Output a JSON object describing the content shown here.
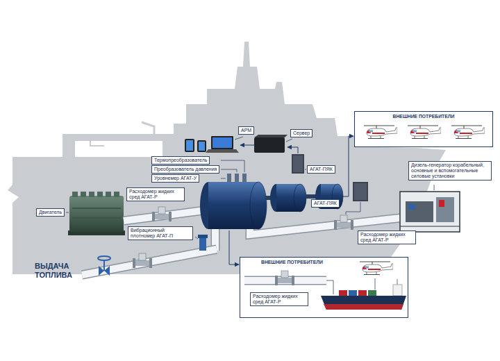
{
  "diagram": {
    "nodes": [
      {
        "text": [
          "ВНЕШНИЕ ПОТРЕБИТЕЛИ"
        ]
      },
      {
        "text": [
          "АРМ"
        ]
      },
      {
        "text": [
          "Сервер"
        ]
      },
      {
        "text": [
          "АГАТ-ПЯК"
        ]
      },
      {
        "text": [
          "Термопреобразователь"
        ]
      },
      {
        "text": [
          "Преобразователь давления"
        ]
      },
      {
        "text": [
          "Уровнемер АГАТ-У"
        ]
      },
      {
        "text": [
          "Расходомер жидких сред АГАТ-Р"
        ]
      },
      {
        "text": [
          "Двигатель"
        ]
      },
      {
        "text": [
          "Дизель-генератор корабельный, основные и вспомогательные силовые установки"
        ]
      },
      {
        "text": [
          "АГАТ-ПЯК"
        ]
      },
      {
        "text": [
          "Вибрационный плотномер АГАТ-П"
        ]
      },
      {
        "text": [
          "Расходомер жидких сред АГАТ-Р"
        ]
      },
      {
        "text": [
          "ВНЕШНИЕ ПОТРЕБИТЕЛИ"
        ]
      },
      {
        "text": [
          "Расходомер жидких сред АГАТ-Р"
        ],
        "in": 13
      }
    ],
    "labels": [
      "ВЫДАЧА ТОПЛИВА"
    ]
  }
}
